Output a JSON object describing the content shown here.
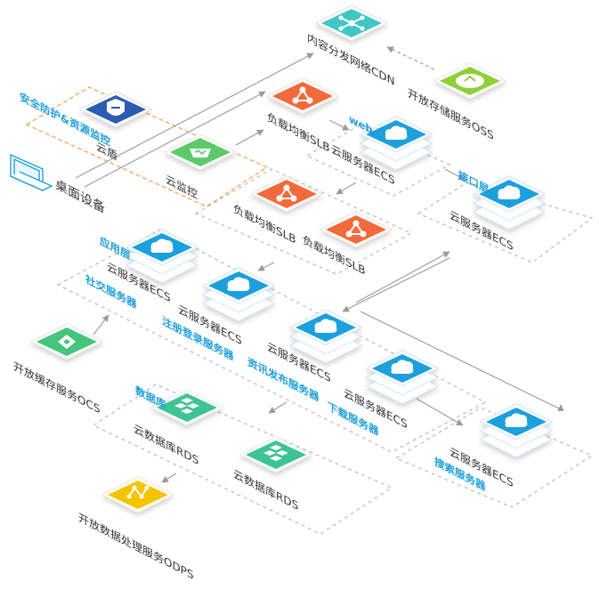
{
  "colors": {
    "cdn": "#3fc7c4",
    "oss": "#8fcf3a",
    "slb": "#f26b3a",
    "ecs": "#1fa0dd",
    "shield": "#2a5db0",
    "monitor": "#5cc96a",
    "ocs": "#45c47c",
    "rds": "#3ec494",
    "odps": "#f5c400",
    "security_box": "#f5a04c",
    "group_box": "#bbbbbb",
    "layer_label": "#1fa0dd"
  },
  "nodes": {
    "cdn": {
      "label": "内容分发网络CDN",
      "icon": "network-nodes-icon"
    },
    "oss": {
      "label": "开放存储服务OSS",
      "icon": "storage-icon"
    },
    "shield": {
      "label": "云盾",
      "icon": "shield-icon"
    },
    "monitor": {
      "label": "云监控",
      "icon": "monitor-icon"
    },
    "desktop": {
      "label": "桌面设备",
      "icon": "laptop-icon"
    },
    "slb_top": {
      "label": "负载均衡SLB",
      "icon": "load-balancer-icon"
    },
    "ecs_web": {
      "label": "云服务器ECS",
      "icon": "cloud-server-icon"
    },
    "ecs_api": {
      "label": "云服务器ECS",
      "icon": "cloud-server-icon"
    },
    "slb_mid1": {
      "label": "负载均衡SLB",
      "icon": "load-balancer-icon"
    },
    "slb_mid2": {
      "label": "负载均衡SLB",
      "icon": "load-balancer-icon"
    },
    "ecs_social": {
      "label": "云服务器ECS",
      "sub": "社交服务器",
      "icon": "cloud-server-icon"
    },
    "ecs_login": {
      "label": "云服务器ECS",
      "sub": "注册登录服务器",
      "icon": "cloud-server-icon"
    },
    "ecs_news": {
      "label": "云服务器ECS",
      "sub": "资讯发布服务器",
      "icon": "cloud-server-icon"
    },
    "ecs_download": {
      "label": "云服务器ECS",
      "sub": "下载服务器",
      "icon": "cloud-server-icon"
    },
    "ecs_search": {
      "label": "云服务器ECS",
      "sub": "搜索服务器",
      "icon": "cloud-server-icon"
    },
    "ocs": {
      "label": "开放缓存服务OCS",
      "icon": "cache-icon"
    },
    "rds1": {
      "label": "云数据库RDS",
      "icon": "database-icon"
    },
    "rds2": {
      "label": "云数据库RDS",
      "icon": "database-icon"
    },
    "odps": {
      "label": "开放数据处理服务ODPS",
      "icon": "data-processing-icon"
    }
  },
  "groups": {
    "security": "安全防护&资源监控",
    "web": "web 层",
    "api": "接口层",
    "app": "应用层",
    "db": "数据库"
  }
}
